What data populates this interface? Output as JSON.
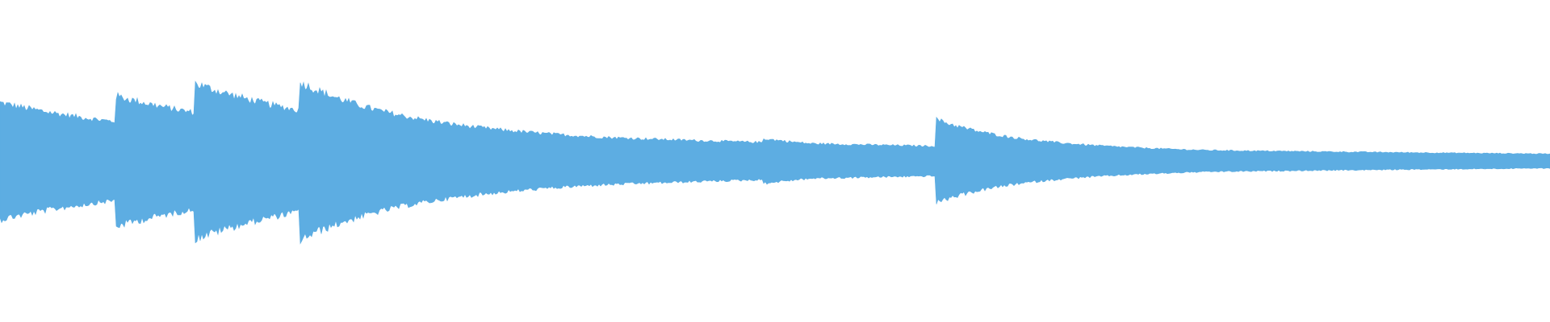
{
  "waveform": {
    "color": "#5dade2",
    "background": "#ffffff",
    "duration_fraction_shown": 1.0,
    "onsets": [
      {
        "time": 0.0,
        "peak": 0.7,
        "decay": 0.3
      },
      {
        "time": 0.075,
        "peak": 0.78,
        "decay": 0.28
      },
      {
        "time": 0.126,
        "peak": 0.93,
        "decay": 0.25
      },
      {
        "time": 0.193,
        "peak": 0.95,
        "decay": 0.18
      },
      {
        "time": 0.492,
        "peak": 0.27,
        "decay": 0.2
      },
      {
        "time": 0.604,
        "peak": 0.5,
        "decay": 0.13
      },
      {
        "time": 0.832,
        "peak": 0.08,
        "decay": 0.3
      },
      {
        "time": 0.959,
        "peak": 0.05,
        "decay": 0.3
      }
    ]
  }
}
